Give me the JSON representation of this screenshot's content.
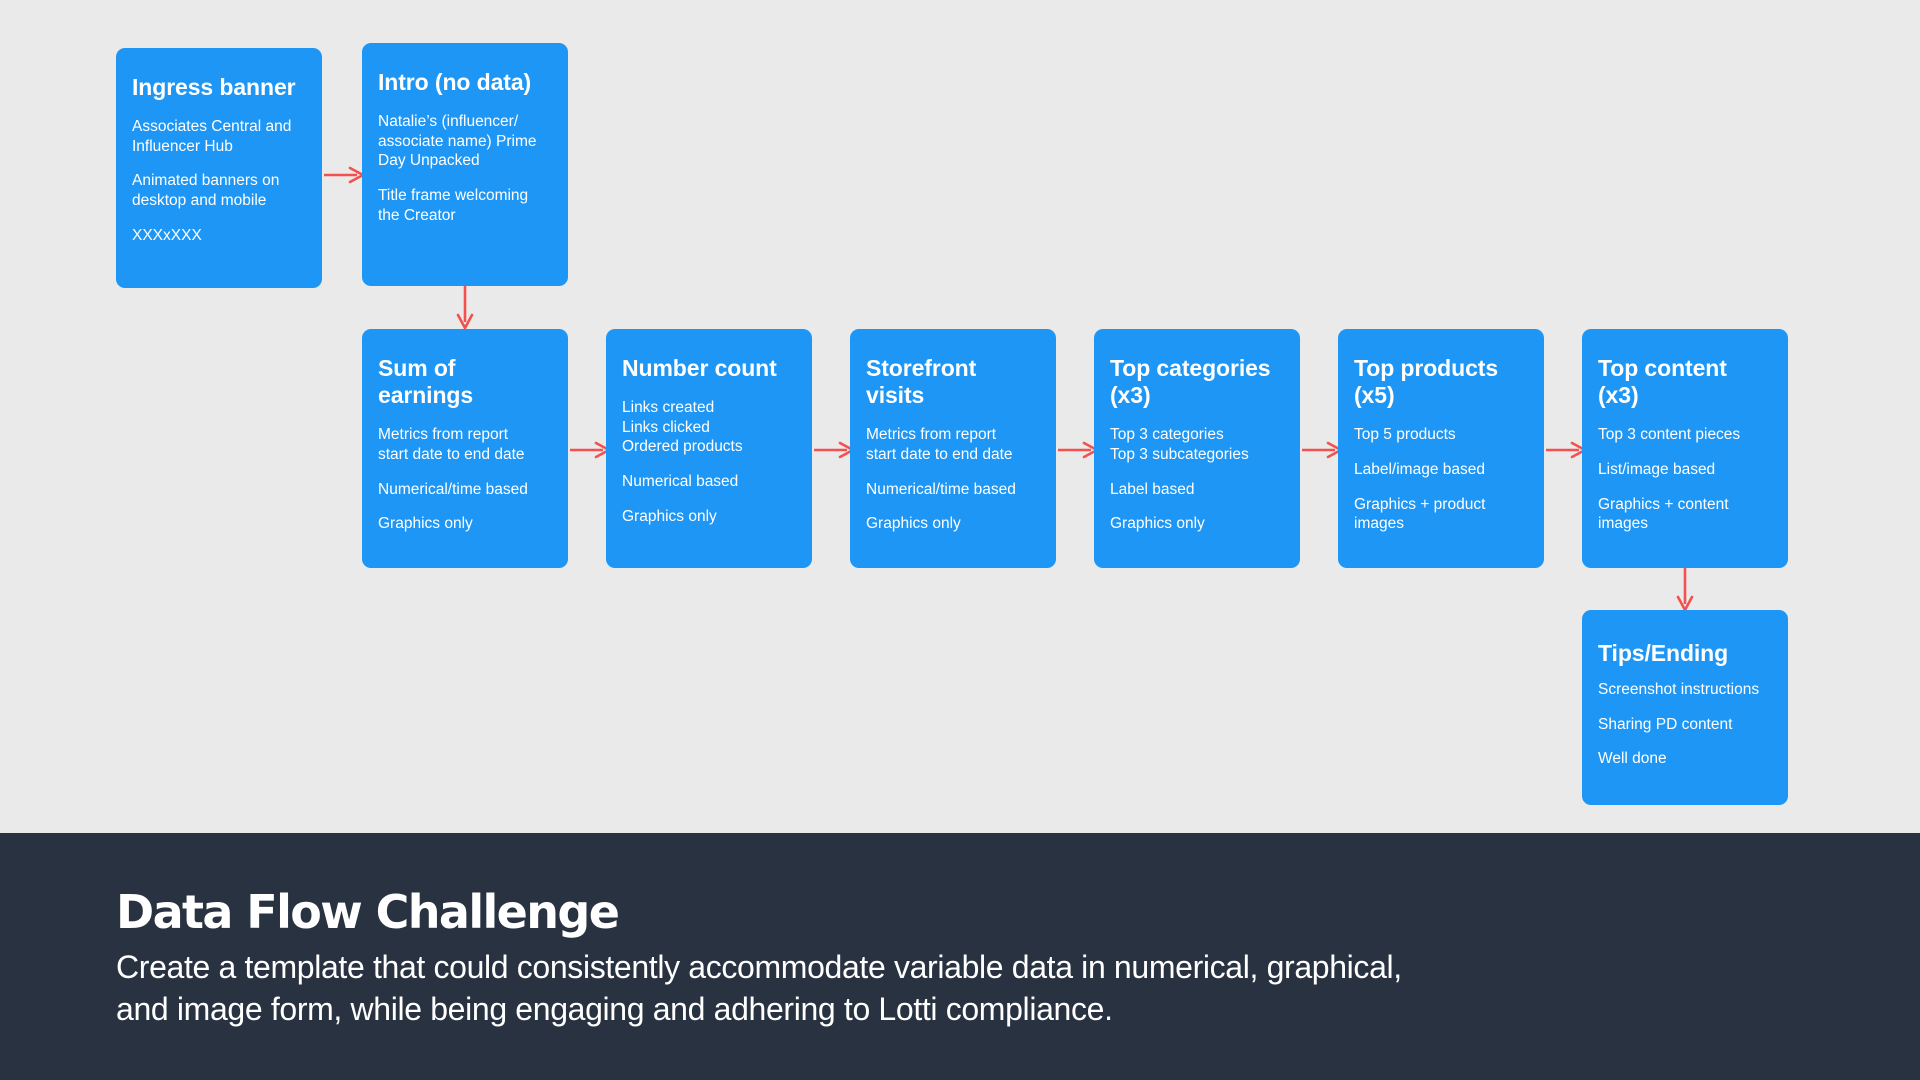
{
  "canvas": {
    "background_color": "#eaeaea",
    "node_color": "#1E96F5",
    "arrow_color": "#F4514E"
  },
  "nodes": [
    {
      "id": "ingress-banner",
      "title": "Ingress banner",
      "lines": [
        "Associates Central and Influencer Hub",
        "Animated banners on desktop and mobile",
        "XXXxXXX"
      ]
    },
    {
      "id": "intro-no-data",
      "title": "Intro (no data)",
      "lines": [
        "Natalie’s (influencer/ associate name) Prime Day Unpacked",
        "Title frame welcoming the Creator"
      ]
    },
    {
      "id": "sum-of-earnings",
      "title": "Sum of earnings",
      "lines": [
        "Metrics from report start date to end date",
        "Numerical/time based",
        "Graphics only"
      ]
    },
    {
      "id": "number-count",
      "title": "Number count",
      "lines": [
        "Links created",
        "Links clicked",
        "Ordered products",
        "Numerical based",
        "Graphics only"
      ]
    },
    {
      "id": "storefront-visits",
      "title": "Storefront visits",
      "lines": [
        "Metrics from report start date to end date",
        "Numerical/time based",
        "Graphics only"
      ]
    },
    {
      "id": "top-categories",
      "title": "Top categories (x3)",
      "lines": [
        "Top 3 categories",
        "Top 3 subcategories",
        "Label based",
        "Graphics only"
      ]
    },
    {
      "id": "top-products",
      "title": "Top products (x5)",
      "lines": [
        "Top 5 products",
        "Label/image based",
        "Graphics + product images"
      ]
    },
    {
      "id": "top-content",
      "title": "Top content (x3)",
      "lines": [
        "Top 3 content pieces",
        "List/image based",
        "Graphics + content images"
      ]
    },
    {
      "id": "tips-ending",
      "title": "Tips/Ending",
      "lines": [
        "Screenshot instructions",
        "Sharing PD content",
        "Well done"
      ]
    }
  ],
  "text": {
    "ingress_title": "Ingress banner",
    "ingress_p1_l1": "Associates Central and",
    "ingress_p1_l2": "Influencer Hub",
    "ingress_p2_l1": "Animated banners on",
    "ingress_p2_l2": "desktop and mobile",
    "ingress_p3": "XXXxXXX",
    "intro_title": "Intro (no data)",
    "intro_p1_l1": "Natalie’s (influencer/",
    "intro_p1_l2": "associate name) Prime",
    "intro_p1_l3": "Day Unpacked",
    "intro_p2_l1": "Title frame welcoming",
    "intro_p2_l2": "the Creator",
    "sum_title_l1": "Sum of",
    "sum_title_l2": "earnings",
    "sum_p1_l1": "Metrics from report",
    "sum_p1_l2": "start date to end date",
    "sum_p2": "Numerical/time based",
    "sum_p3": "Graphics only",
    "count_title": "Number count",
    "count_p1_l1": "Links created",
    "count_p1_l2": "Links clicked",
    "count_p1_l3": "Ordered products",
    "count_p2": "Numerical based",
    "count_p3": "Graphics only",
    "store_title_l1": "Storefront",
    "store_title_l2": "visits",
    "store_p1_l1": "Metrics from report",
    "store_p1_l2": "start date to end date",
    "store_p2": "Numerical/time based",
    "store_p3": "Graphics only",
    "cat_title_l1": "Top categories",
    "cat_title_l2": "(x3)",
    "cat_p1_l1": "Top 3 categories",
    "cat_p1_l2": "Top 3 subcategories",
    "cat_p2": "Label based",
    "cat_p3": "Graphics only",
    "prod_title_l1": "Top products",
    "prod_title_l2": "(x5)",
    "prod_p1": "Top 5 products",
    "prod_p2": "Label/image based",
    "prod_p3_l1": "Graphics + product",
    "prod_p3_l2": "images",
    "content_title_l1": "Top content",
    "content_title_l2": "(x3)",
    "content_p1": "Top 3 content pieces",
    "content_p2": "List/image based",
    "content_p3_l1": "Graphics + content",
    "content_p3_l2": "images",
    "tips_title": "Tips/Ending",
    "tips_p1": "Screenshot instructions",
    "tips_p2": "Sharing PD content",
    "tips_p3": "Well done"
  },
  "footer": {
    "title": "Data Flow Challenge",
    "body_l1": "Create a template that could consistently accommodate variable data in numerical, graphical,",
    "body_l2": "and image form, while being engaging and adhering to Lotti compliance."
  }
}
